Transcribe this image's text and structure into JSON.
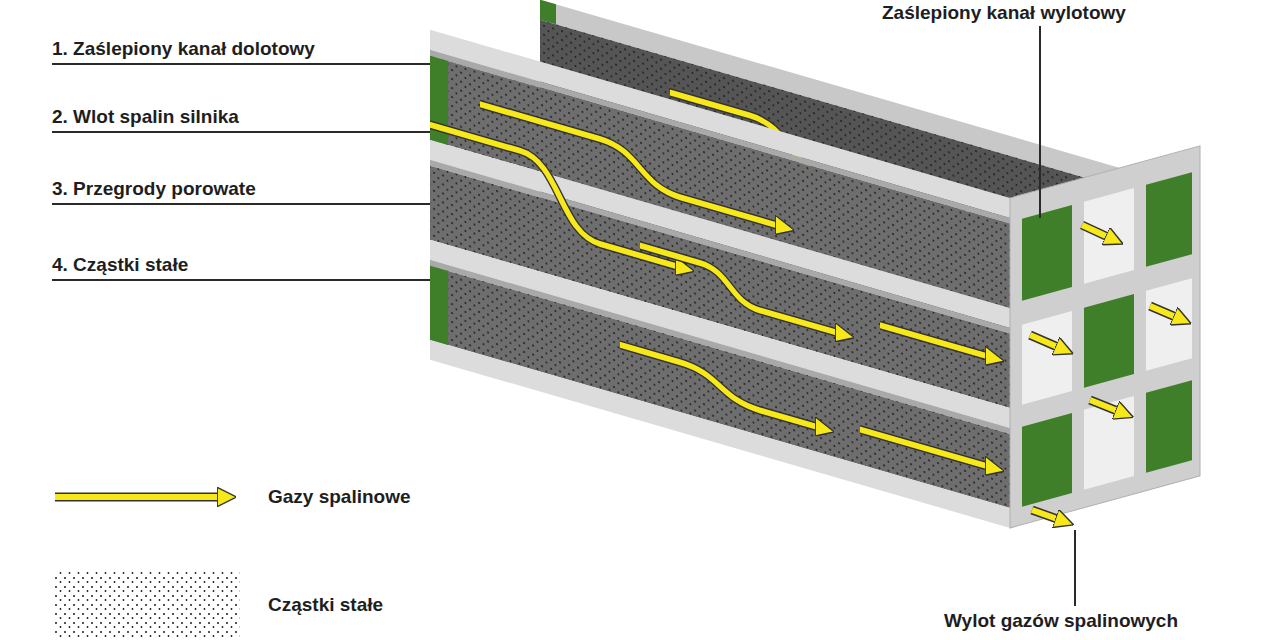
{
  "diagram": {
    "labels": [
      "1. Zaślepiony kanał dolotowy",
      "2. Wlot spalin silnika",
      "3. Przegrody porowate",
      "4. Cząstki stałe",
      "Zaślepiony kanał wylotowy",
      "Wylot gazów spalinowych"
    ],
    "legend": [
      {
        "text": "Gazy spalinowe"
      },
      {
        "text": "Cząstki stałe"
      }
    ]
  }
}
